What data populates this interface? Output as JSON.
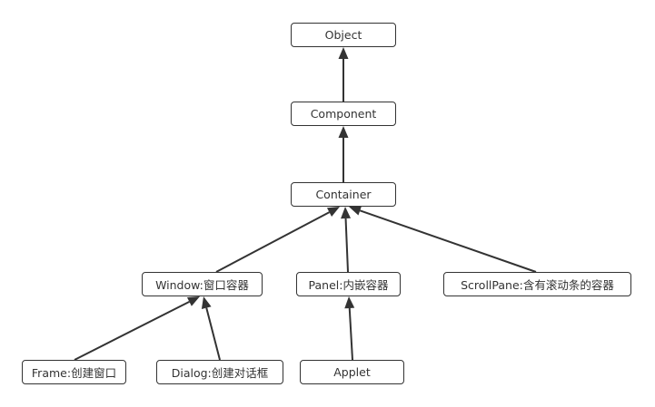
{
  "diagram": {
    "nodes": {
      "object": "Object",
      "component": "Component",
      "container": "Container",
      "window": "Window:窗口容器",
      "panel": "Panel:内嵌容器",
      "scrollpane": "ScrollPane:含有滚动条的容器",
      "frame": "Frame:创建窗口",
      "dialog": "Dialog:创建对话框",
      "applet": "Applet"
    },
    "edges": [
      {
        "from": "component",
        "to": "object",
        "relation": "inherits"
      },
      {
        "from": "container",
        "to": "component",
        "relation": "inherits"
      },
      {
        "from": "window",
        "to": "container",
        "relation": "inherits"
      },
      {
        "from": "panel",
        "to": "container",
        "relation": "inherits"
      },
      {
        "from": "scrollpane",
        "to": "container",
        "relation": "inherits"
      },
      {
        "from": "frame",
        "to": "window",
        "relation": "inherits"
      },
      {
        "from": "dialog",
        "to": "window",
        "relation": "inherits"
      },
      {
        "from": "applet",
        "to": "panel",
        "relation": "inherits"
      }
    ],
    "line_color": "#333333"
  }
}
